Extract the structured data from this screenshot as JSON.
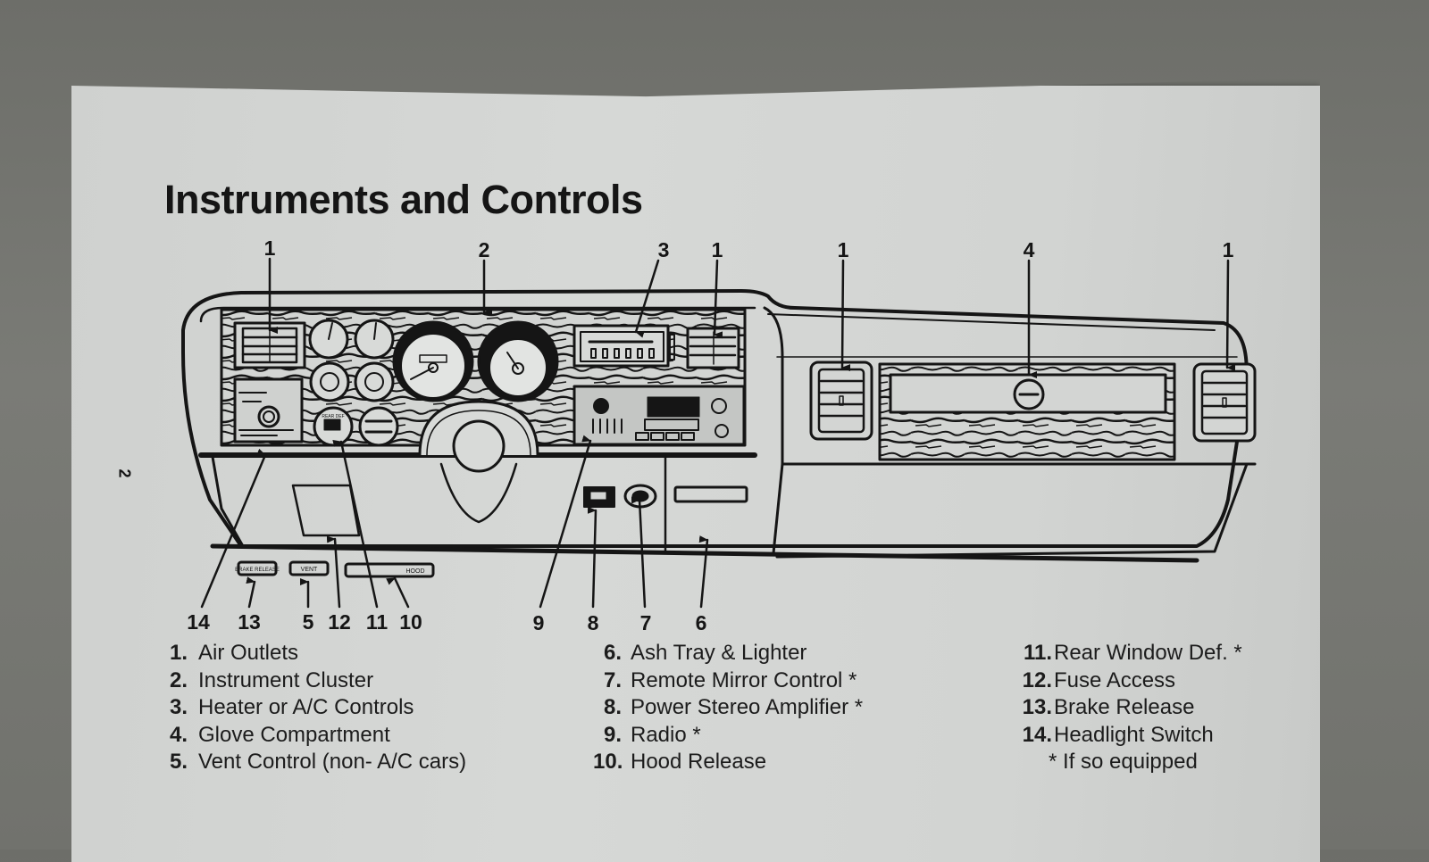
{
  "page": {
    "title": "Instruments and Controls",
    "page_number": "2"
  },
  "diagram": {
    "description": "Line drawing of a car dashboard with numbered callouts",
    "top_callouts": [
      "1",
      "2",
      "3",
      "1",
      "1",
      "4",
      "1"
    ],
    "bottom_callouts": [
      "14",
      "13",
      "5",
      "12",
      "11",
      "10",
      "9",
      "8",
      "7",
      "6"
    ],
    "panel_labels": {
      "brake_release": "BRAKE RELEASE",
      "vent": "VENT",
      "hood": "HOOD",
      "rear_defog": "REAR DEF"
    }
  },
  "legend": {
    "column1": [
      {
        "num": "1.",
        "label": "Air Outlets"
      },
      {
        "num": "2.",
        "label": "Instrument Cluster"
      },
      {
        "num": "3.",
        "label": "Heater or A/C Controls"
      },
      {
        "num": "4.",
        "label": "Glove Compartment"
      },
      {
        "num": "5.",
        "label": "Vent Control (non- A/C cars)"
      }
    ],
    "column2": [
      {
        "num": "6.",
        "label": "Ash Tray & Lighter"
      },
      {
        "num": "7.",
        "label": "Remote Mirror Control *"
      },
      {
        "num": "8.",
        "label": "Power Stereo Amplifier *"
      },
      {
        "num": "9.",
        "label": "Radio *"
      },
      {
        "num": "10.",
        "label": "Hood Release"
      }
    ],
    "column3": [
      {
        "num": "11.",
        "label": "Rear Window Def. *"
      },
      {
        "num": "12.",
        "label": "Fuse Access"
      },
      {
        "num": "13.",
        "label": "Brake Release"
      },
      {
        "num": "14.",
        "label": "Headlight Switch"
      }
    ],
    "footnote": "* If so equipped"
  }
}
